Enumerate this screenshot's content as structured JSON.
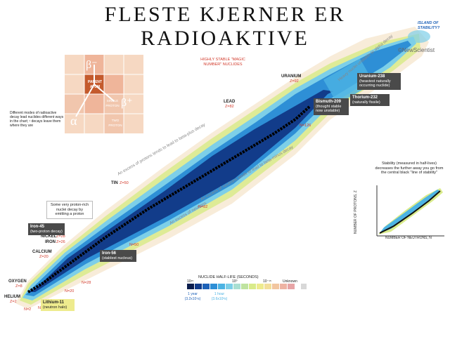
{
  "title": {
    "line1": "FLESTE KJERNER ER",
    "line2": "RADIOAKTIVE"
  },
  "brand": "©NewScientist",
  "island": "ISLAND OF STABILITY?",
  "magic_numbers": "HIGHLY STABLE \"MAGIC NUMBER\" NUCLIDES",
  "diagonals": {
    "heavy": "Heavy nuclei unstable to alpha decay",
    "protons": "An excess of protons tends to lead to beta-plus decay",
    "neutrons": "An excess of neutrons tends to lead to beta-minus decay",
    "neutrons2": "An excess of neutrons"
  },
  "decay_inset": {
    "beta_minus": "β⁻",
    "beta_plus": "β⁺",
    "alpha": "α",
    "parent": "PARENT ATOM",
    "single_proton": "SINGLE PROTON",
    "two_proton": "TWO PROTON",
    "caption": "Different modes of radioactive decay lead nuclides different ways in the chart; ¹ decays leave them where they are"
  },
  "elements": {
    "uranium": "URANIUM",
    "uranium_z": "Z=92",
    "lead": "LEAD",
    "lead_z": "Z=82",
    "lead_n": "N=126",
    "tin": "TIN",
    "tin_z": "Z=50",
    "nickel": "NICKEL",
    "nickel_z": "Z=28",
    "iron": "IRON",
    "iron_z": "Z=26",
    "calcium": "CALCIUM",
    "calcium_z": "Z=20",
    "oxygen": "OXYGEN",
    "oxygen_z": "Z=8",
    "helium": "HELIUM",
    "helium_z": "Z=2"
  },
  "n_labels": {
    "n2": "N=2",
    "n8": "N=8",
    "n20": "N=20",
    "n28": "N=28",
    "n50": "N=50",
    "n82": "N=82"
  },
  "callouts": {
    "u238_title": "Uranium-238",
    "u238_body": "(heaviest naturally occurring nuclide)",
    "th232_title": "Thorium-232",
    "th232_body": "(naturally fissile)",
    "bi209_title": "Bismuth-209",
    "bi209_body": "(thought stable now unstable)",
    "fe45_title": "Iron-45",
    "fe45_body": "(two-proton decay)",
    "fe56_title": "Iron-56",
    "fe56_body": "(stablest nucleus)",
    "li11_title": "Lithium-11",
    "li11_body": "(neutron halo)",
    "proton_rich": "Some very proton-rich nuclei decay by emitting a proton"
  },
  "mini_chart": {
    "caption": "Stability (measured in half-lives) decreases the further away you go from the central black \"line of stability\"",
    "xlabel": "NUMBER OF NEUTRONS, N",
    "ylabel": "NUMBER OF PROTONS, Z"
  },
  "legend": {
    "title": "NUCLIDE HALF-LIFE (SECONDS)",
    "tick_left": "10¹⁵",
    "tick_mid": "10⁰",
    "tick_right": "10⁻¹⁵",
    "unknown": "Unknown",
    "year": "1 year (3.2x10⁷s)",
    "hour": "1 hour (3.6x10³s)",
    "colors": [
      "#0b1d4d",
      "#123c8a",
      "#1e62b8",
      "#2e8fd6",
      "#4cb3e3",
      "#7dcfe8",
      "#a9dfd2",
      "#bfe3a0",
      "#d9eb8a",
      "#eeeb8e",
      "#f3df9a",
      "#f2c6a0",
      "#eeb3a3",
      "#e7a4a6",
      "#d8d8d8"
    ]
  },
  "colors": {
    "stable": "#000000",
    "accent": "#d23b2c"
  }
}
